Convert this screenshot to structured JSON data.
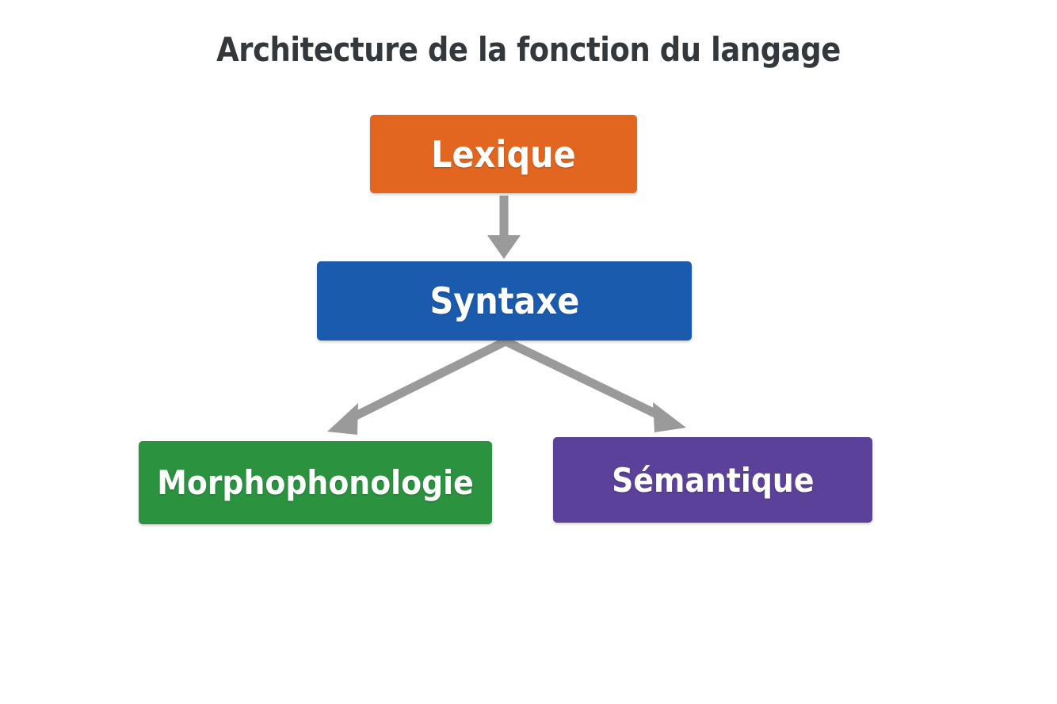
{
  "diagram": {
    "title": "Architecture de la fonction du langage",
    "background_color": "#ffffff",
    "title_color": "#33383d",
    "arrow_color": "#9a9a9a",
    "nodes": [
      {
        "id": "lexique",
        "label": "Lexique",
        "color": "#e2661f",
        "text_color": "#ffffff",
        "level": "top"
      },
      {
        "id": "syntaxe",
        "label": "Syntaxe",
        "color": "#1a5bae",
        "text_color": "#ffffff",
        "level": "middle"
      },
      {
        "id": "morphophonologie",
        "label": "Morphophonologie",
        "color": "#2b9240",
        "text_color": "#ffffff",
        "level": "bottom-left"
      },
      {
        "id": "semantique",
        "label": "Sémantique",
        "color": "#5c419a",
        "text_color": "#ffffff",
        "level": "bottom-right"
      }
    ],
    "edges": [
      {
        "id": "lexique-to-syntaxe",
        "from": "lexique",
        "to": "syntaxe",
        "style": "arrow-down",
        "label": ""
      },
      {
        "id": "syntaxe-to-morphophonologie",
        "from": "syntaxe",
        "to": "morphophonologie",
        "style": "arrow-diagonal-left",
        "label": ""
      },
      {
        "id": "syntaxe-to-semantique",
        "from": "syntaxe",
        "to": "semantique",
        "style": "arrow-diagonal-right",
        "label": ""
      }
    ]
  }
}
